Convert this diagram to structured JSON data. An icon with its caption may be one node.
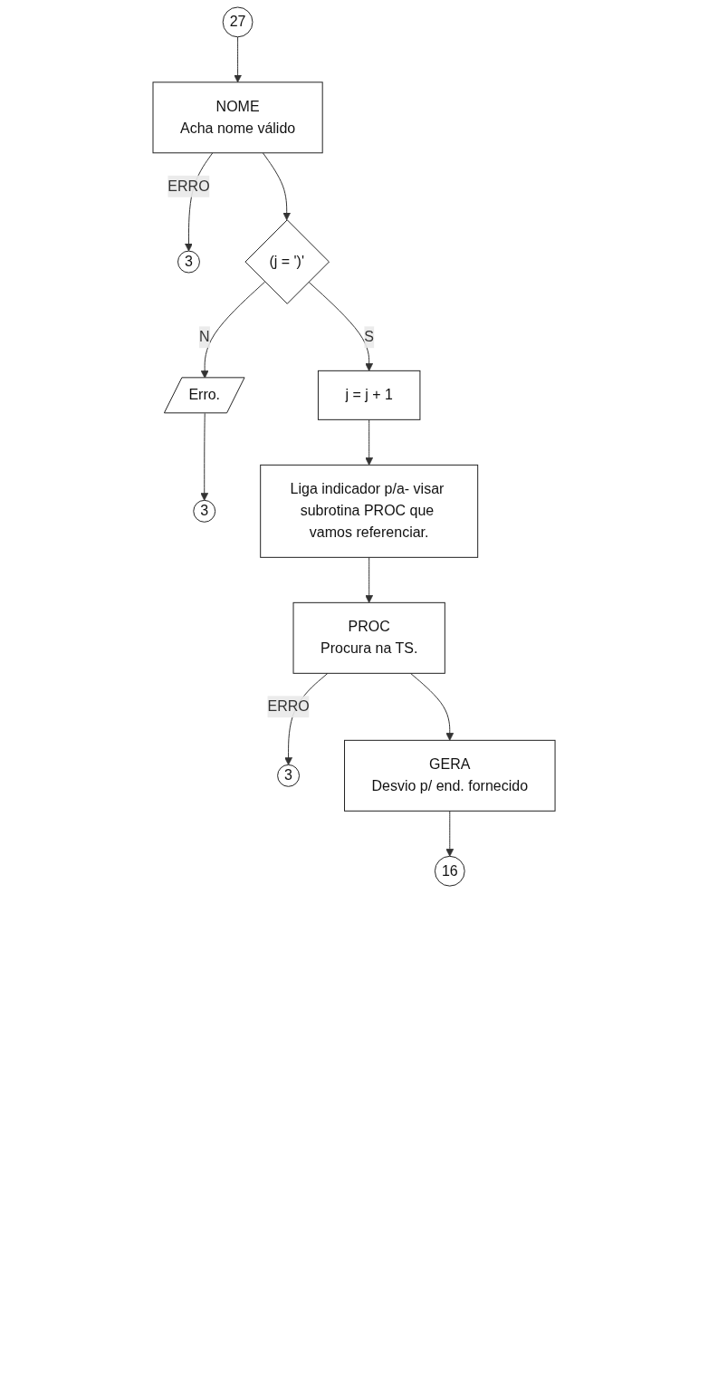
{
  "diagram": {
    "nodes": [
      {
        "text": [
          "27"
        ]
      },
      {
        "text": [
          "NOME",
          "Acha nome válido"
        ]
      },
      {
        "text": [
          "3"
        ]
      },
      {
        "text": [
          "(j = ')'"
        ]
      },
      {
        "text": [
          "Erro."
        ]
      },
      {
        "text": [
          "3"
        ]
      },
      {
        "text": [
          "j = j + 1"
        ]
      },
      {
        "text": [
          "Liga indicador p/a- visar subrotina PROC que vamos referenciar."
        ]
      },
      {
        "text": [
          "PROC",
          "Procura na TS."
        ]
      },
      {
        "text": [
          "3"
        ]
      },
      {
        "text": [
          "GERA",
          "Desvio p/ end. fornecido"
        ]
      },
      {
        "text": [
          "16"
        ]
      }
    ],
    "edges": [
      {
        "from": 0,
        "to": 1,
        "arrow": "to"
      },
      {
        "from": 1,
        "to": 2,
        "arrow": "to",
        "label": "ERRO"
      },
      {
        "from": 1,
        "to": 3,
        "arrow": "to"
      },
      {
        "from": 3,
        "to": 4,
        "arrow": "to",
        "label": "N"
      },
      {
        "from": 4,
        "to": 5,
        "arrow": "to"
      },
      {
        "from": 3,
        "to": 6,
        "arrow": "to",
        "label": "S"
      },
      {
        "from": 6,
        "to": 7,
        "arrow": "to"
      },
      {
        "from": 7,
        "to": 8,
        "arrow": "to"
      },
      {
        "from": 8,
        "to": 9,
        "arrow": "to",
        "label": "ERRO"
      },
      {
        "from": 8,
        "to": 10,
        "arrow": "to"
      },
      {
        "from": 10,
        "to": 11,
        "arrow": "to"
      }
    ]
  }
}
